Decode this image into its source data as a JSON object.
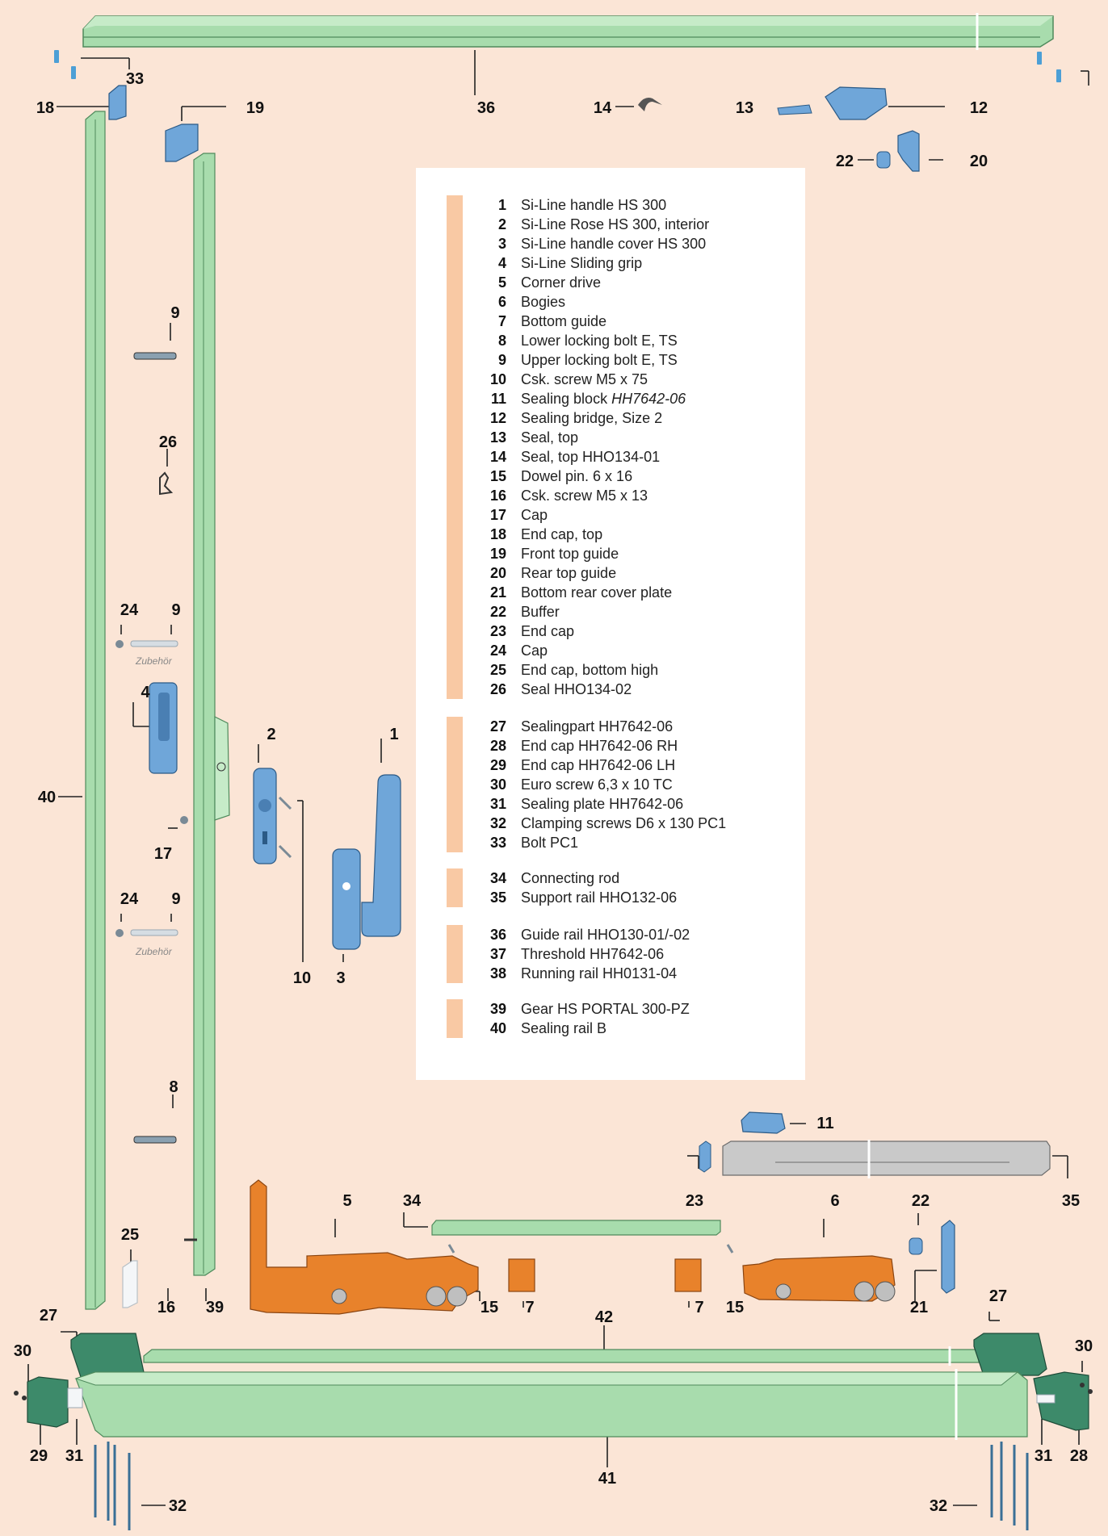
{
  "legend": {
    "groups": [
      [
        {
          "num": "1",
          "label": "Si-Line handle HS 300"
        },
        {
          "num": "2",
          "label": "Si-Line Rose HS 300, interior"
        },
        {
          "num": "3",
          "label": "Si-Line handle cover HS 300"
        },
        {
          "num": "4",
          "label": "Si-Line Sliding grip"
        },
        {
          "num": "5",
          "label": "Corner drive"
        },
        {
          "num": "6",
          "label": "Bogies"
        },
        {
          "num": "7",
          "label": "Bottom guide"
        },
        {
          "num": "8",
          "label": "Lower locking bolt E, TS"
        },
        {
          "num": "9",
          "label": "Upper locking bolt E, TS"
        },
        {
          "num": "10",
          "label": "Csk. screw M5 x 75"
        },
        {
          "num": "11",
          "label": "Sealing block ",
          "label_italic": "HH7642-06"
        },
        {
          "num": "12",
          "label": "Sealing bridge, Size 2"
        },
        {
          "num": "13",
          "label": "Seal, top"
        },
        {
          "num": "14",
          "label": "Seal, top HHO134-01"
        },
        {
          "num": "15",
          "label": "Dowel pin. 6 x 16"
        },
        {
          "num": "16",
          "label": "Csk. screw M5 x 13"
        },
        {
          "num": "17",
          "label": "Cap"
        },
        {
          "num": "18",
          "label": "End cap, top"
        },
        {
          "num": "19",
          "label": "Front top guide"
        },
        {
          "num": "20",
          "label": "Rear top guide"
        },
        {
          "num": "21",
          "label": "Bottom rear cover plate"
        },
        {
          "num": "22",
          "label": "Buffer"
        },
        {
          "num": "23",
          "label": "End cap"
        },
        {
          "num": "24",
          "label": "Cap"
        },
        {
          "num": "25",
          "label": "End cap, bottom high"
        },
        {
          "num": "26",
          "label": "Seal HHO134-02"
        }
      ],
      [
        {
          "num": "27",
          "label": "Sealingpart HH7642-06"
        },
        {
          "num": "28",
          "label": "End cap HH7642-06 RH"
        },
        {
          "num": "29",
          "label": "End cap HH7642-06 LH"
        },
        {
          "num": "30",
          "label": "Euro screw 6,3 x 10 TC"
        },
        {
          "num": "31",
          "label": "Sealing plate HH7642-06"
        },
        {
          "num": "32",
          "label": "Clamping screws D6 x 130 PC1"
        },
        {
          "num": "33",
          "label": "Bolt PC1"
        }
      ],
      [
        {
          "num": "34",
          "label": "Connecting rod"
        },
        {
          "num": "35",
          "label": "Support rail HHO132-06"
        }
      ],
      [
        {
          "num": "36",
          "label": "Guide rail HHO130-01/-02"
        },
        {
          "num": "37",
          "label": "Threshold HH7642-06"
        },
        {
          "num": "38",
          "label": "Running rail HH0131-04"
        }
      ],
      [
        {
          "num": "39",
          "label": "Gear HS PORTAL 300-PZ"
        },
        {
          "num": "40",
          "label": "Sealing rail B"
        }
      ]
    ]
  },
  "callouts": {
    "c1": "1",
    "c2": "2",
    "c3": "3",
    "c4": "4",
    "c5": "5",
    "c6": "6",
    "c7": "7",
    "c7b": "7",
    "c8": "8",
    "c9a": "9",
    "c9b": "9",
    "c9c": "9",
    "c10": "10",
    "c11": "11",
    "c12": "12",
    "c13": "13",
    "c14": "14",
    "c15a": "15",
    "c15b": "15",
    "c16": "16",
    "c17": "17",
    "c18": "18",
    "c19": "19",
    "c20": "20",
    "c21": "21",
    "c22a": "22",
    "c22b": "22",
    "c23": "23",
    "c24a": "24",
    "c24b": "24",
    "c25": "25",
    "c26": "26",
    "c27a": "27",
    "c27b": "27",
    "c28": "28",
    "c29": "29",
    "c30a": "30",
    "c30b": "30",
    "c31a": "31",
    "c31b": "31",
    "c32a": "32",
    "c32b": "32",
    "c33": "33",
    "c34": "34",
    "c35": "35",
    "c36": "36",
    "c39": "39",
    "c40": "40",
    "c41": "41",
    "c42": "42"
  },
  "accessory_note": "Zubehör",
  "colors": {
    "background": "#fbe5d6",
    "legend_bar": "#f9c9a4",
    "rail_green": "#a8dcad",
    "rail_dark": "#5e9a6a",
    "part_blue": "#6fa6d9",
    "part_orange": "#e8822b",
    "part_grey": "#c9c9c9"
  }
}
